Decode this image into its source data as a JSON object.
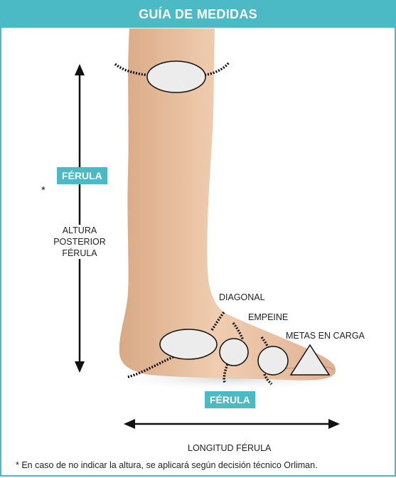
{
  "title": "GUÍA DE MEDIDAS",
  "labels": {
    "ferula_tag_top": "FÉRULA",
    "ferula_tag_bottom": "FÉRULA",
    "asterisk": "*",
    "altura_line1": "ALTURA",
    "altura_line2": "POSTERIOR",
    "altura_line3": "FÉRULA",
    "diagonal": "DIAGONAL",
    "empeine": "EMPEINE",
    "metas": "METAS EN CARGA",
    "longitud": "LONGITUD FÉRULA"
  },
  "footnote": "* En caso de no indicar la altura, se aplicará según decisión técnico Orliman.",
  "colors": {
    "accent": "#4cbac4",
    "skin": "#e9c3a4",
    "arrow": "#111111",
    "measure_fill": "#ececec"
  }
}
